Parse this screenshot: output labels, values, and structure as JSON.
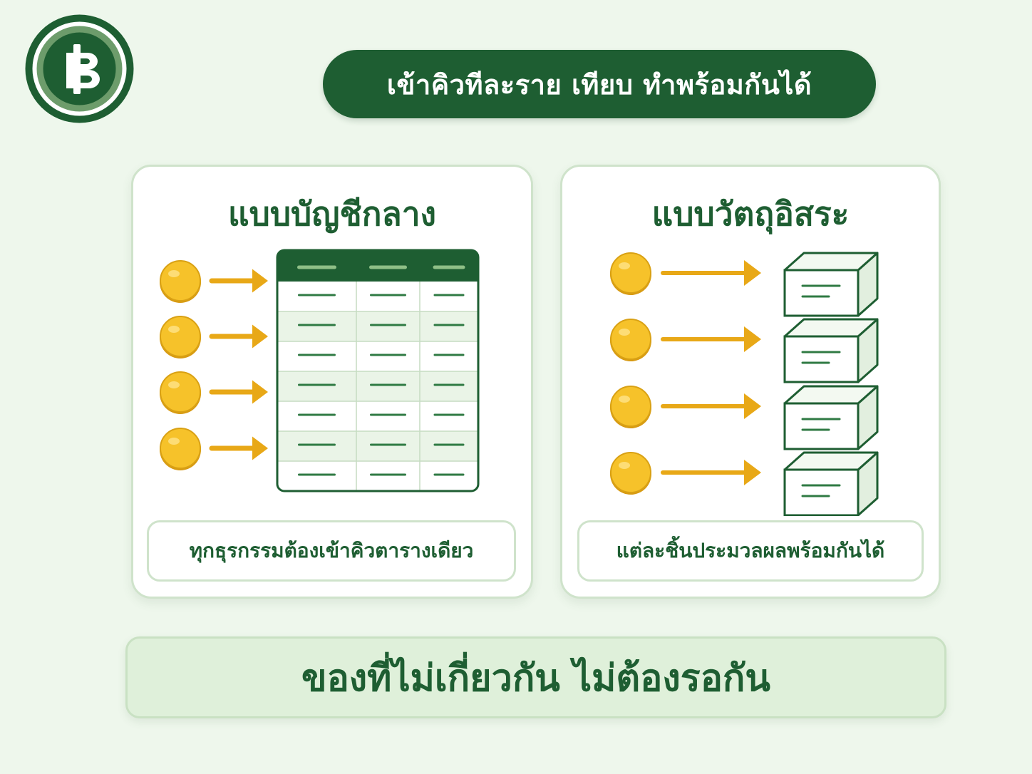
{
  "colors": {
    "brand_green": "#1e5e32",
    "coin_yellow": "#f6c22a",
    "arrow_orange": "#e8a817",
    "background": "#eef7ec"
  },
  "logo": {
    "icon": "baht-icon"
  },
  "header": {
    "title": "เข้าคิวทีละราย เทียบ ทำพร้อมกันได้"
  },
  "left_panel": {
    "title": "แบบบัญชีกลาง",
    "caption": "ทุกธุรกรรมต้องเข้าคิวตารางเดียว",
    "coin_count": 4,
    "table_rows": 7,
    "table_columns": 3
  },
  "right_panel": {
    "title": "แบบวัตถุอิสระ",
    "caption": "แต่ละชิ้นประมวลผลพร้อมกันได้",
    "coin_count": 4,
    "box_count": 4
  },
  "footer": {
    "text": "ของที่ไม่เกี่ยวกัน ไม่ต้องรอกัน"
  }
}
